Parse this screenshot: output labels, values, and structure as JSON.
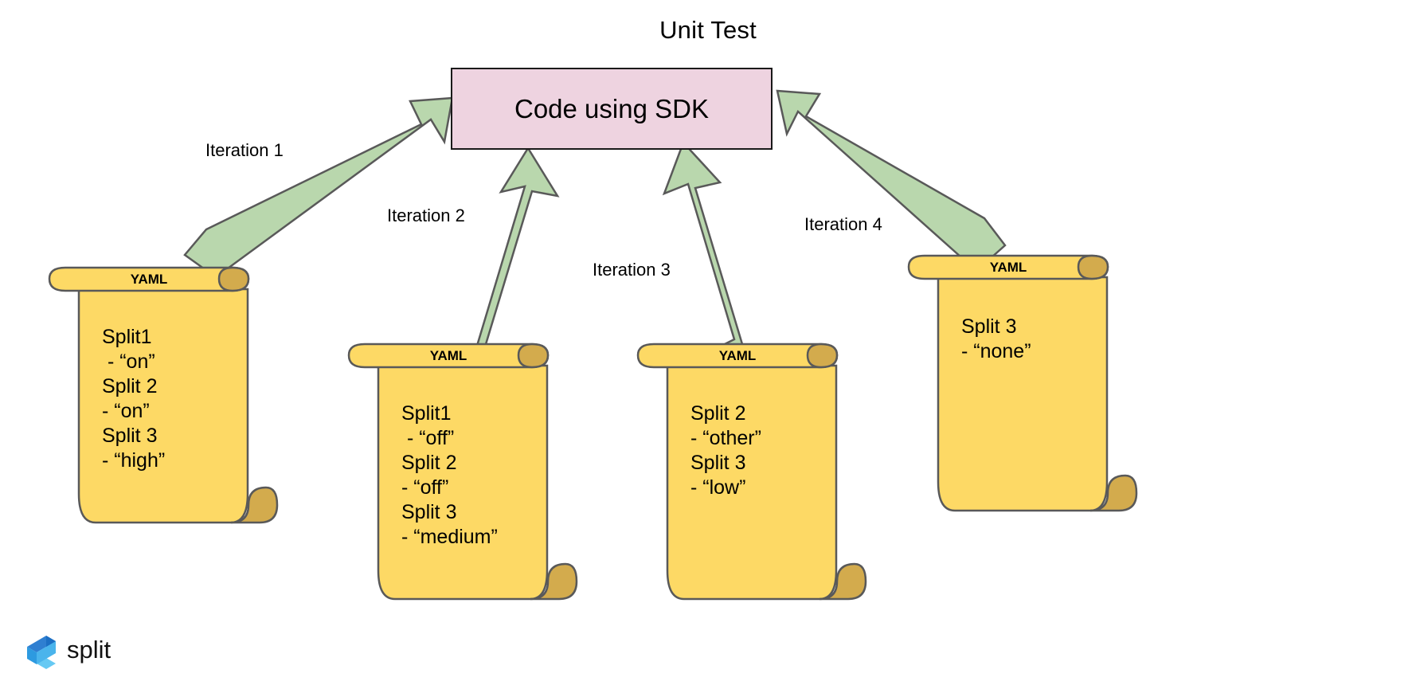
{
  "diagram": {
    "title": "Unit Test",
    "target": {
      "label": "Code using SDK",
      "fill": "#eed3e0",
      "stroke": "#1a1a1a"
    },
    "arrow_color": {
      "fill": "#b9d7ad",
      "stroke": "#595959"
    },
    "doc_color": {
      "fill": "#fdd965",
      "stroke": "#595959",
      "curl_fill": "#d3ab4d"
    },
    "iterations": [
      {
        "label": "Iteration 1"
      },
      {
        "label": "Iteration 2"
      },
      {
        "label": "Iteration 3"
      },
      {
        "label": "Iteration 4"
      }
    ],
    "documents": [
      {
        "header": "YAML",
        "lines": [
          "Split1",
          " - “on”",
          "Split 2",
          "- “on”",
          "Split 3",
          "- “high”"
        ]
      },
      {
        "header": "YAML",
        "lines": [
          "Split1",
          " - “off”",
          "Split 2",
          "- “off”",
          "Split 3",
          "- “medium”"
        ]
      },
      {
        "header": "YAML",
        "lines": [
          "Split 2",
          "- “other”",
          "Split 3",
          "- “low”"
        ]
      },
      {
        "header": "YAML",
        "lines": [
          "Split 3",
          "- “none”"
        ]
      }
    ],
    "logo": {
      "text": "split",
      "mark_colors": [
        "#2d9ae0",
        "#1c6fc4",
        "#5ec6f2",
        "#2f7fd1"
      ],
      "text_color": "#111111"
    }
  }
}
